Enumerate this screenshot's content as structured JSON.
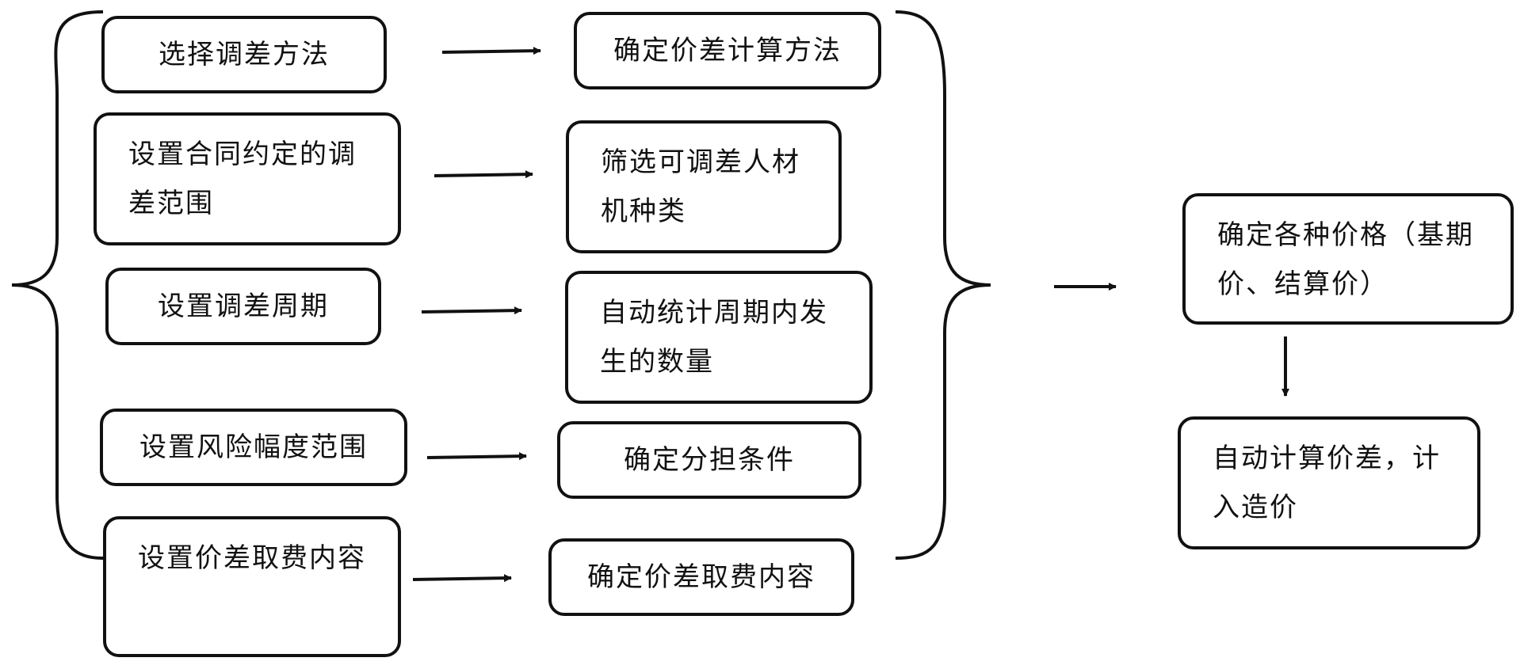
{
  "colors": {
    "stroke": "#111111",
    "background": "#ffffff"
  },
  "left_column": [
    {
      "id": "select-method",
      "label": "选择调差方法"
    },
    {
      "id": "set-contract-range",
      "label": "设置合同约定的调差范围"
    },
    {
      "id": "set-period",
      "label": "设置调差周期"
    },
    {
      "id": "set-risk-range",
      "label": "设置风险幅度范围"
    },
    {
      "id": "set-fee-content",
      "label": "设置价差取费内容"
    }
  ],
  "middle_column": [
    {
      "id": "determine-calc-method",
      "label": "确定价差计算方法"
    },
    {
      "id": "filter-resource-types",
      "label": "筛选可调差人材机种类"
    },
    {
      "id": "auto-count-quantity",
      "label": "自动统计周期内发生的数量"
    },
    {
      "id": "determine-sharing",
      "label": "确定分担条件"
    },
    {
      "id": "determine-fee-content",
      "label": "确定价差取费内容"
    }
  ],
  "right_column": [
    {
      "id": "determine-prices",
      "label": "确定各种价格（基期价、结算价）"
    },
    {
      "id": "auto-calc-difference",
      "label": "自动计算价差，计入造价"
    }
  ]
}
